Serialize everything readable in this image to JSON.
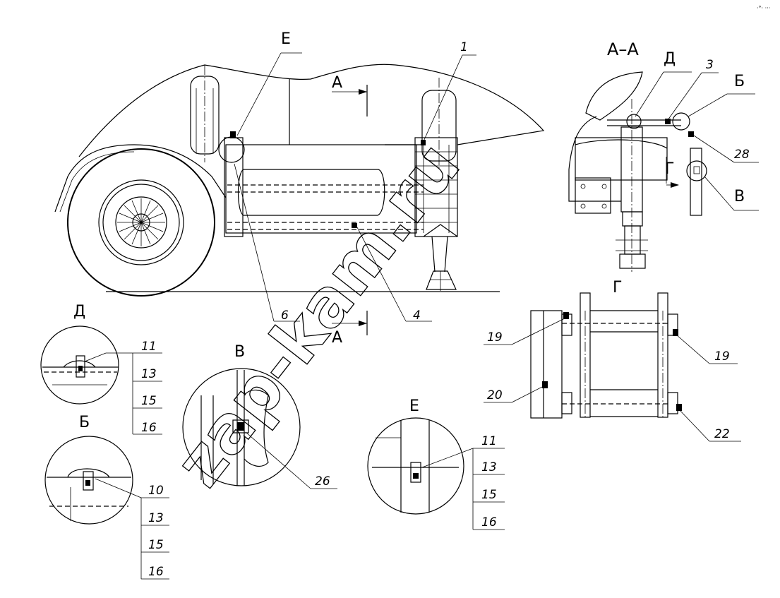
{
  "corner_mark": "·°· ···",
  "watermark": "zap-kam.ru",
  "main_view": {
    "label_E": "Е",
    "label_1": "1",
    "section_arrow_top": "А",
    "section_arrow_bottom": "А",
    "callout_6": "6",
    "callout_4": "4"
  },
  "section_AA": {
    "title": "А–А",
    "label_D": "Д",
    "label_3": "3",
    "label_B": "Б",
    "label_28": "28",
    "label_G": "Г",
    "label_V": "В"
  },
  "view_D": {
    "title": "Д",
    "callouts": [
      "11",
      "13",
      "15",
      "16"
    ]
  },
  "view_B": {
    "title": "Б",
    "callouts": [
      "10",
      "13",
      "15",
      "16"
    ]
  },
  "view_V": {
    "title": "В",
    "callout": "26"
  },
  "view_E": {
    "title": "Е",
    "callouts": [
      "11",
      "13",
      "15",
      "16"
    ]
  },
  "view_G": {
    "title": "Г",
    "callouts": {
      "left_top": "19",
      "right_top": "19",
      "left_mid": "20",
      "right_bottom": "22"
    }
  }
}
